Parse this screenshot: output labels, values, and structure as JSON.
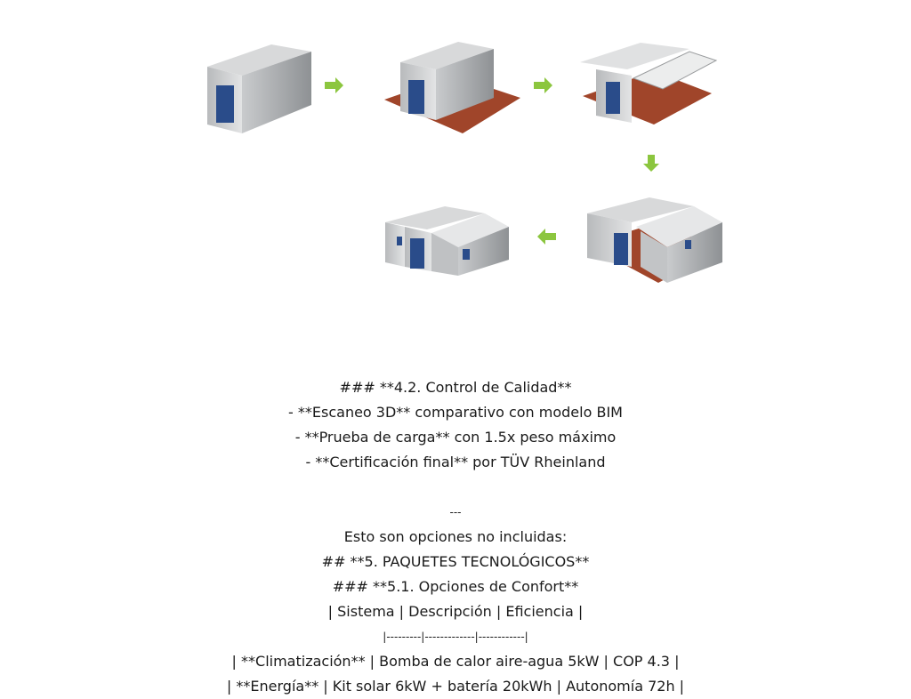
{
  "illustration": {
    "steps": [
      "folded-container",
      "floor-deployed",
      "roof-unfolding",
      "walls-raised",
      "finished-house"
    ],
    "arrow_color": "#8cc63f",
    "floor_color": "#a0452a"
  },
  "quality": {
    "heading": "### **4.2. Control de Calidad**",
    "items": [
      "- **Escaneo 3D** comparativo con modelo BIM",
      "- **Prueba de carga** con 1.5x peso máximo",
      "- **Certificación final** por TÜV Rheinland"
    ]
  },
  "separator": "---",
  "note": "Esto son opciones no incluidas:",
  "section_heading": "## **5. PAQUETES TECNOLÓGICOS**",
  "subsection_heading": "### **5.1. Opciones de Confort**",
  "table": {
    "header": "| Sistema | Descripción | Eficiencia |",
    "divider": "|---------|-------------|------------|",
    "rows": [
      "| **Climatización** | Bomba de calor aire-agua 5kW | COP 4.3 |",
      "| **Energía** | Kit solar 6kW + batería 20kWh | Autonomía 72h |"
    ]
  }
}
